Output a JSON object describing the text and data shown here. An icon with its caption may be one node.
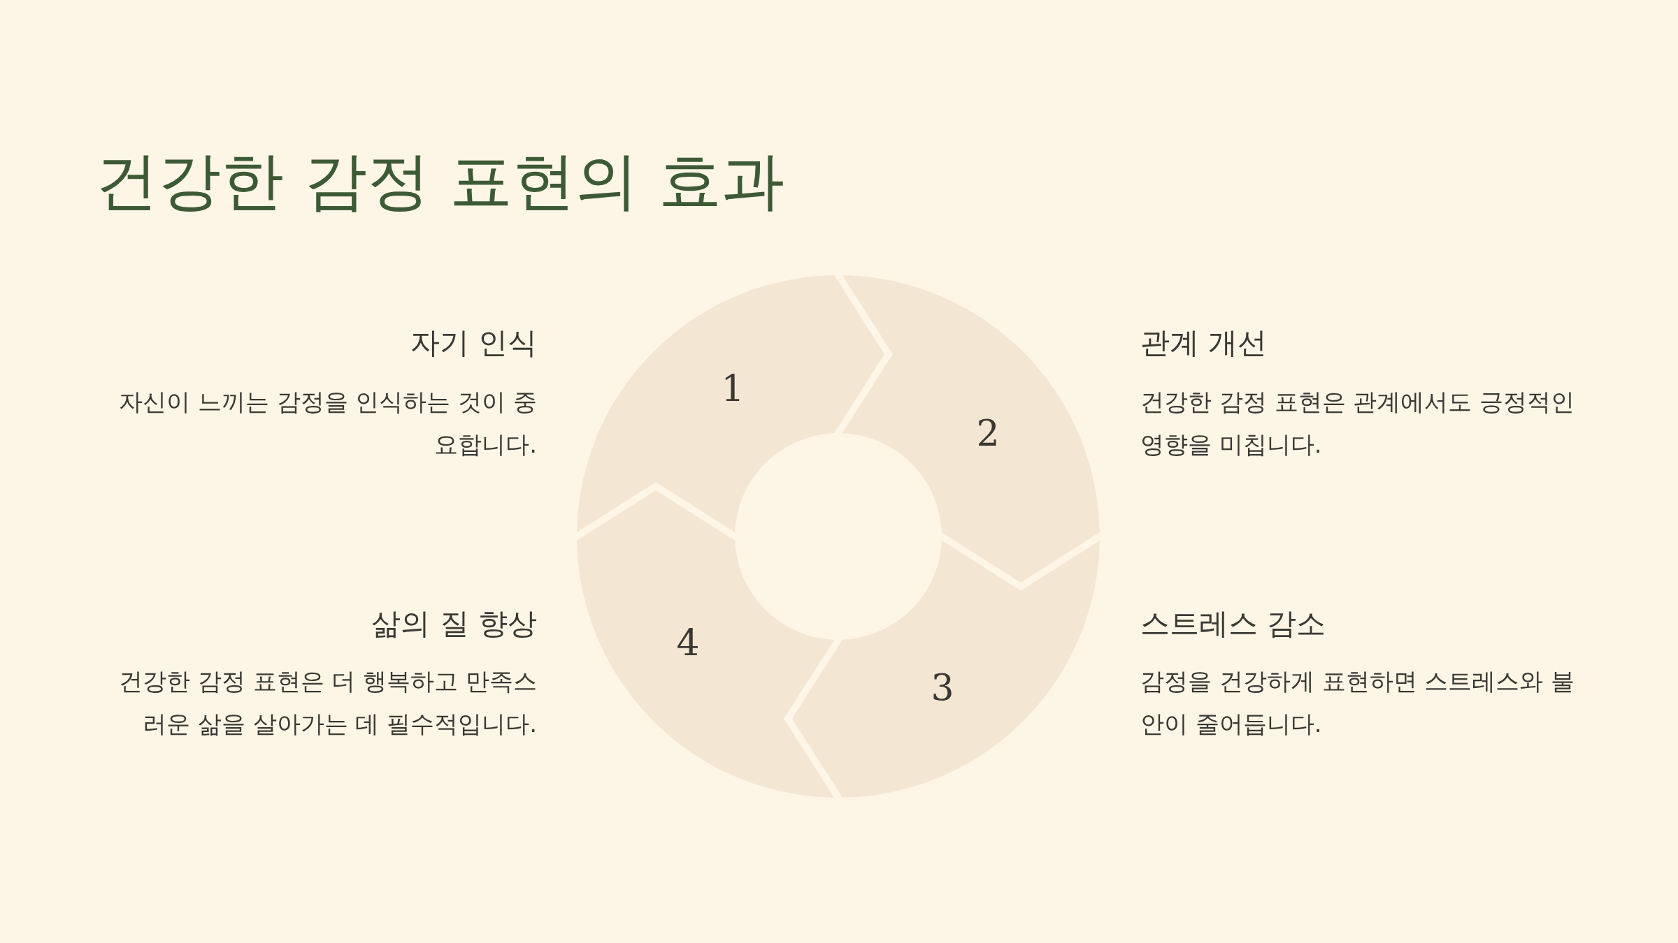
{
  "diagram": {
    "title": "건강한 감정 표현의 효과",
    "nodes": [
      {
        "text": [
          "1"
        ],
        "beside": [
          "자기 인식",
          "자신이 느끼는 감정을 인식하는 것이 중요합니다."
        ]
      },
      {
        "text": [
          "2"
        ],
        "beside": [
          "관계 개선",
          "건강한 감정 표현은 관계에서도 긍정적인 영향을 미칩니다."
        ]
      },
      {
        "text": [
          "3"
        ],
        "beside": [
          "스트레스 감소",
          "감정을 건강하게 표현하면 스트레스와 불안이 줄어듭니다."
        ]
      },
      {
        "text": [
          "4"
        ],
        "beside": [
          "삶의 질 향상",
          "건강한 감정 표현은 더 행복하고 만족스러운 삶을 살아가는 데 필수적입니다."
        ]
      }
    ]
  }
}
